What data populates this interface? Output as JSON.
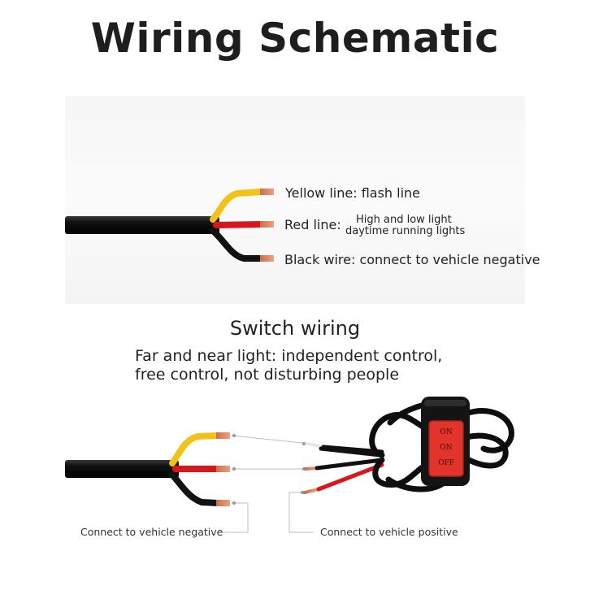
{
  "title": "Wiring Schematic",
  "top_diagram": {
    "yellow_label": "Yellow line: flash line",
    "red_label": "Red line:",
    "red_desc_line1": "High and low light",
    "red_desc_line2": "daytime running lights",
    "black_label": "Black wire: connect to vehicle negative"
  },
  "switch_section": {
    "title": "Switch wiring",
    "desc_line1": "Far and near light: independent control,",
    "desc_line2": "free control, not disturbing people",
    "switch_labels": [
      "ON",
      "ON",
      "OFF"
    ],
    "connect_negative": "Connect to vehicle negative",
    "connect_positive": "Connect to vehicle positive"
  },
  "colors": {
    "yellow_wire": "#f3c21a",
    "red_wire": "#d8161c",
    "black_wire": "#121212",
    "copper": "#e08068",
    "switch_button": "#e3342c"
  }
}
